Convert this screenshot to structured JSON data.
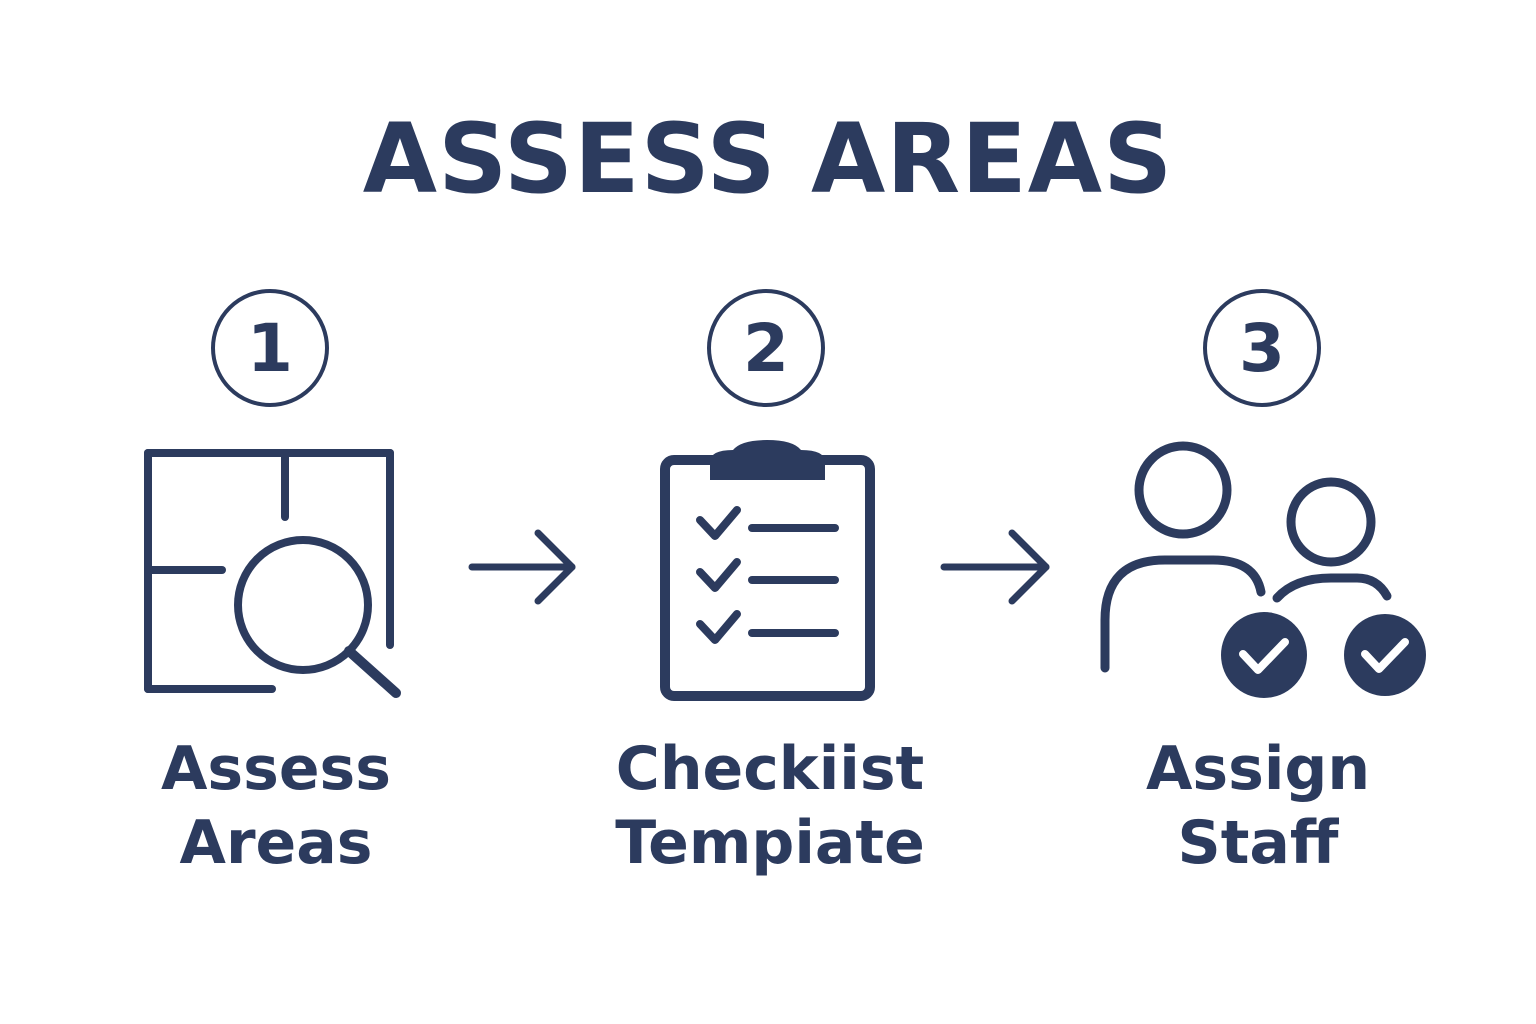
{
  "title": "ASSESS AREAS",
  "colors": {
    "primary": "#2c3b5e",
    "background": "#ffffff"
  },
  "steps": [
    {
      "number": "1",
      "icon": "floorplan-magnifier-icon",
      "label_line1": "Assess",
      "label_line2": "Areas"
    },
    {
      "number": "2",
      "icon": "clipboard-checklist-icon",
      "label_line1": "Checkiist",
      "label_line2": "Tempiate"
    },
    {
      "number": "3",
      "icon": "staff-with-checkmarks-icon",
      "label_line1": "Assign",
      "label_line2": "Staff"
    }
  ],
  "connectors": [
    {
      "from": "1",
      "to": "2",
      "icon": "arrow-right-icon"
    },
    {
      "from": "2",
      "to": "3",
      "icon": "arrow-right-icon"
    }
  ]
}
